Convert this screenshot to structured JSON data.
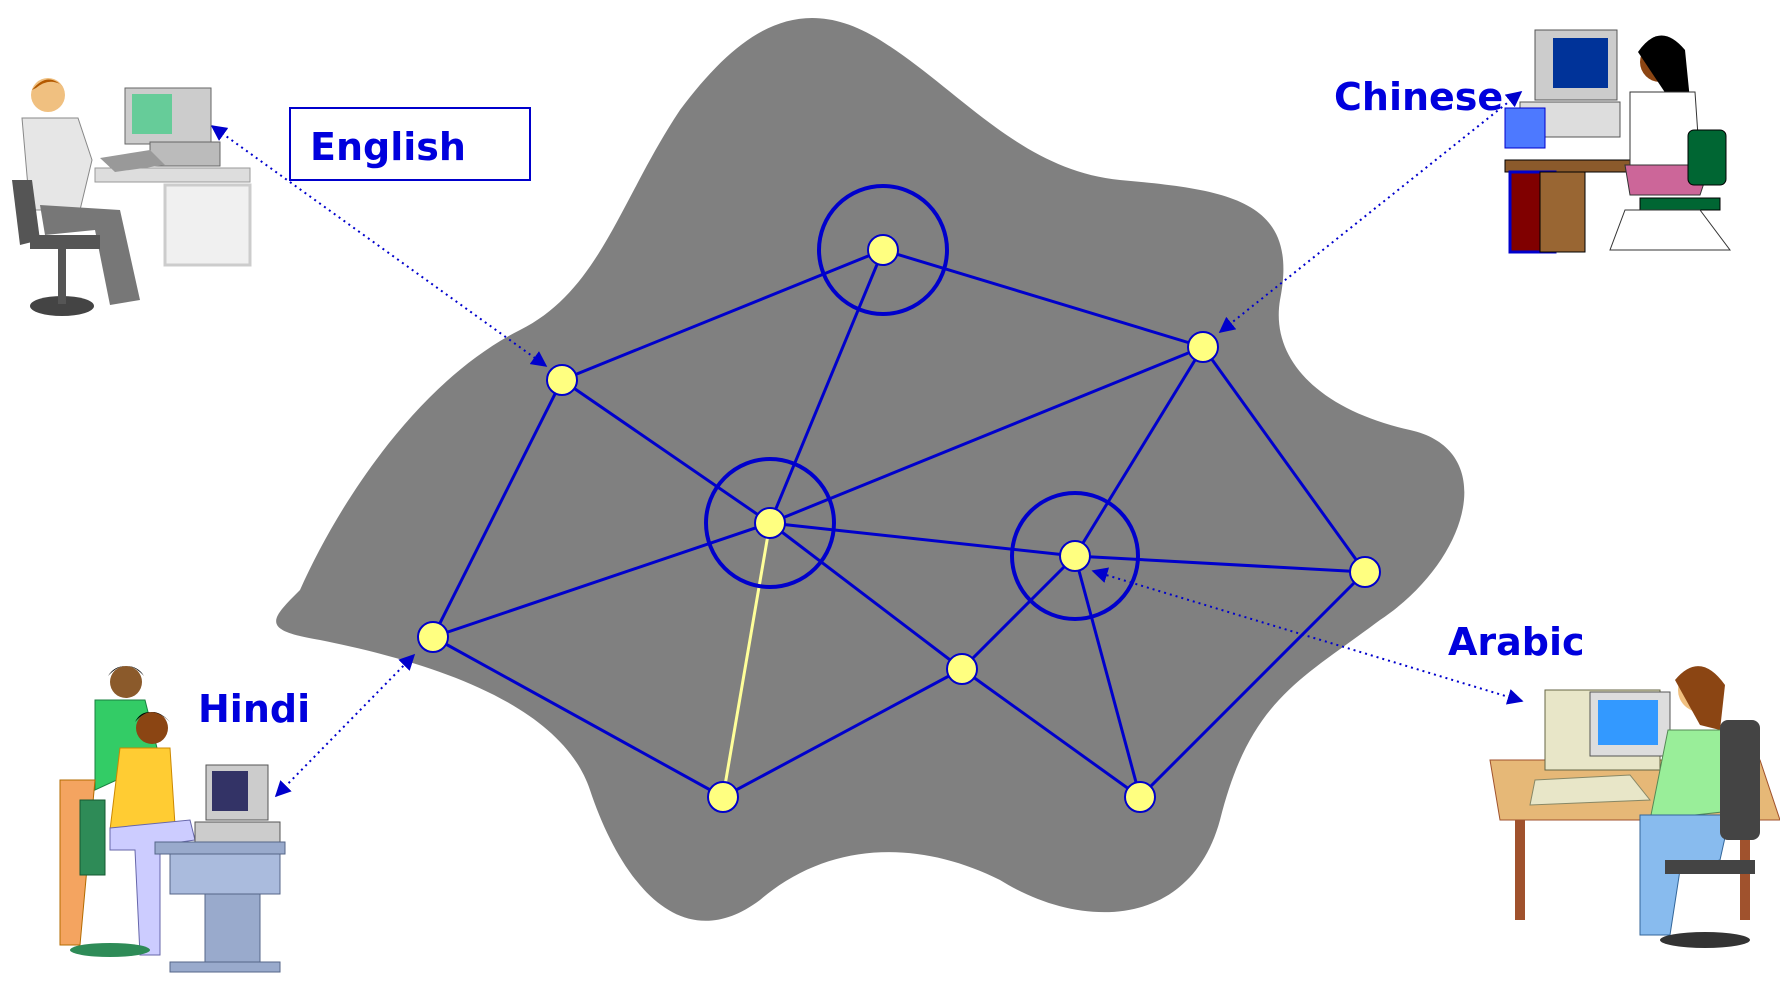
{
  "colors": {
    "cloud": "#808080",
    "link": "#0000cc",
    "node_fill": "#ffff80",
    "highlight_link": "#ffff99",
    "label": "#0000dd",
    "background": "#ffffff"
  },
  "labels": {
    "english": "English",
    "chinese": "Chinese",
    "hindi": "Hindi",
    "arabic": "Arabic"
  },
  "network": {
    "nodes": [
      "n1",
      "n2",
      "n3",
      "n4",
      "n5",
      "n6",
      "n7",
      "n8",
      "n9",
      "n10"
    ],
    "hub_nodes": [
      "n1",
      "n4",
      "n5"
    ],
    "links": [
      [
        "n1",
        "n2"
      ],
      [
        "n1",
        "n3"
      ],
      [
        "n1",
        "n4"
      ],
      [
        "n2",
        "n4"
      ],
      [
        "n2",
        "n6"
      ],
      [
        "n3",
        "n4"
      ],
      [
        "n3",
        "n5"
      ],
      [
        "n3",
        "n7"
      ],
      [
        "n4",
        "n6"
      ],
      [
        "n4",
        "n5"
      ],
      [
        "n4",
        "n8"
      ],
      [
        "n5",
        "n7"
      ],
      [
        "n5",
        "n8"
      ],
      [
        "n5",
        "n10"
      ],
      [
        "n6",
        "n9"
      ],
      [
        "n9",
        "n8"
      ],
      [
        "n8",
        "n10"
      ],
      [
        "n7",
        "n10"
      ]
    ],
    "highlight_links": [
      [
        "n4",
        "n9"
      ]
    ]
  },
  "users": [
    {
      "id": "english-user",
      "language": "English",
      "connects_to": "n2"
    },
    {
      "id": "chinese-user",
      "language": "Chinese",
      "connects_to": "n3"
    },
    {
      "id": "hindi-user",
      "language": "Hindi",
      "connects_to": "n6"
    },
    {
      "id": "arabic-user",
      "language": "Arabic",
      "connects_to": "n5"
    }
  ]
}
